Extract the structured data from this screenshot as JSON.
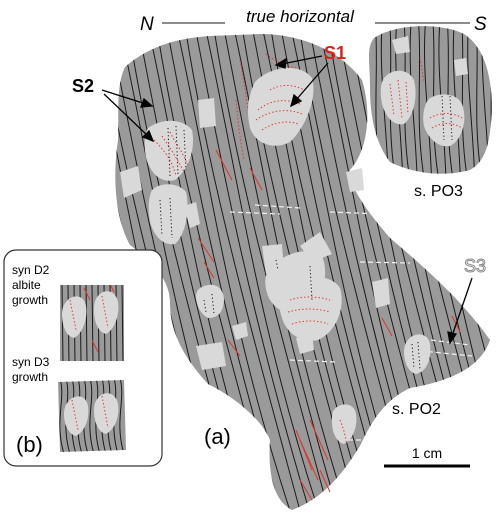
{
  "header": {
    "left_dir": "N",
    "right_dir": "S",
    "title": "true horizontal"
  },
  "labels": {
    "s1": "S1",
    "s2": "S2",
    "s3": "S3",
    "po3": "s. PO3",
    "po2": "s. PO2",
    "panel_a": "(a)",
    "panel_b": "(b)",
    "scale": "1 cm"
  },
  "inset": {
    "d2_line1": "syn D2",
    "d2_line2": "albite",
    "d2_line3": "growth",
    "d3_line1": "syn D3",
    "d3_line2": "growth"
  },
  "colors": {
    "matrix": "#9a9a9a",
    "porphyroblast": "#d9d9d9",
    "foliation": "#1a1a1a",
    "inclusion_trail": "#e0342b",
    "s1_label": "#e0201b",
    "s3_label": "#8a8a8a",
    "s3_trace": "#ffffff"
  }
}
